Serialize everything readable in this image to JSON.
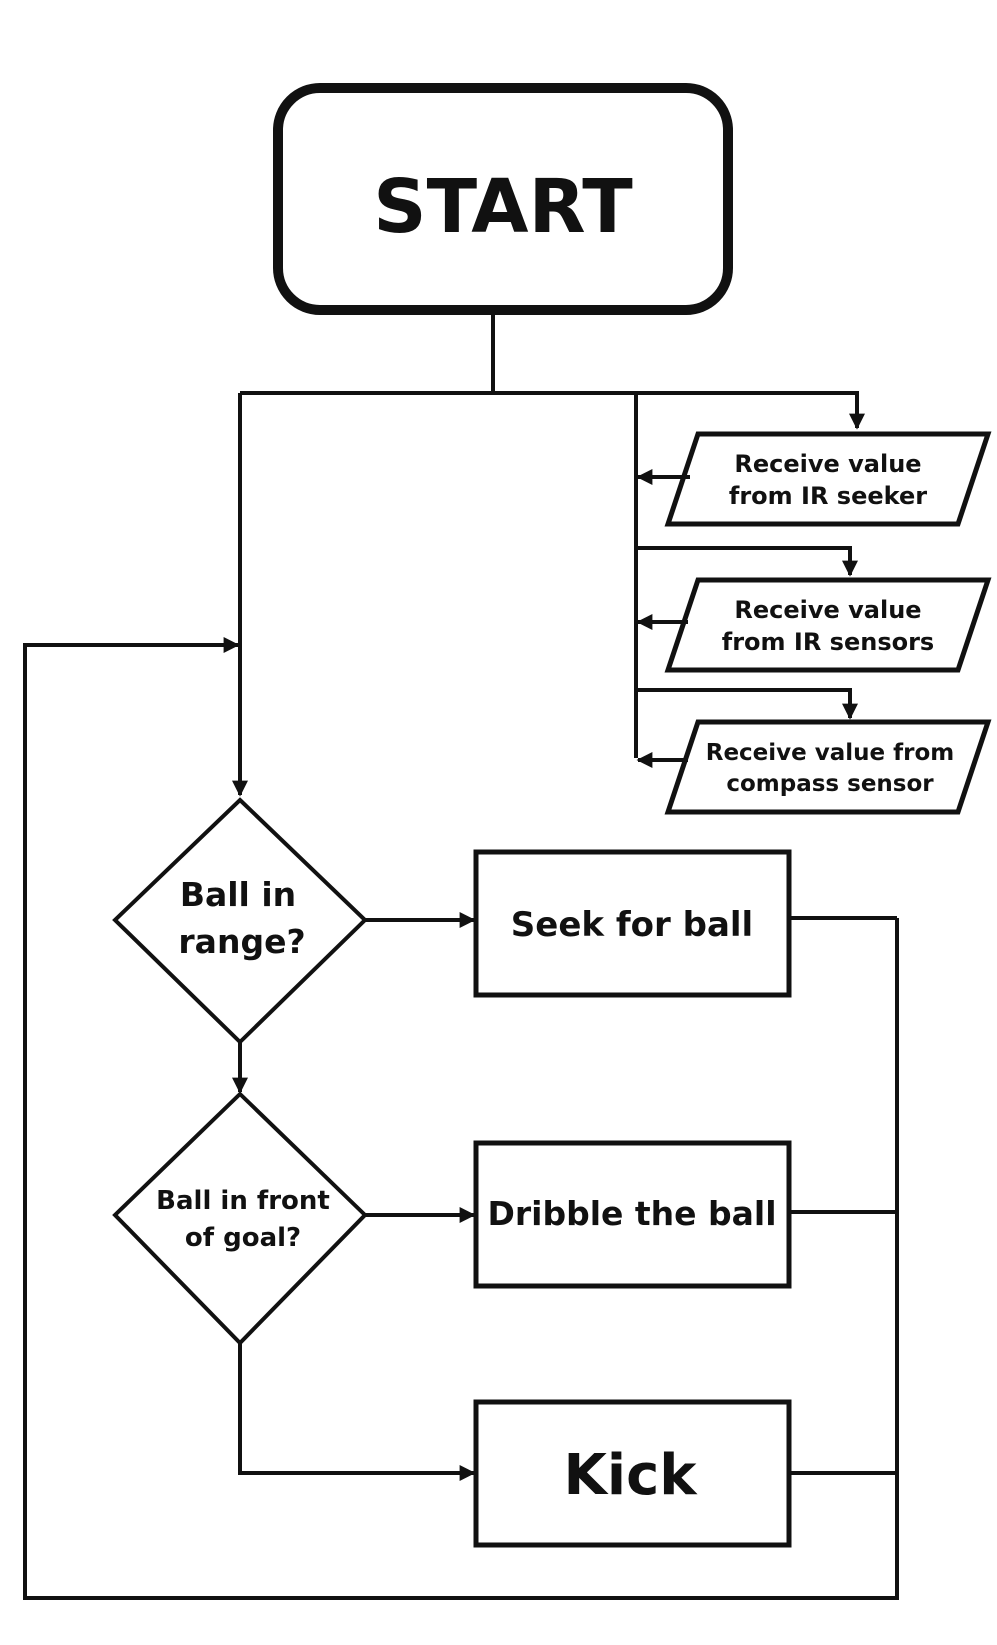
{
  "nodes": {
    "start": {
      "label": "START"
    },
    "input_ir_seeker": {
      "line1": "Receive value",
      "line2": "from IR seeker"
    },
    "input_ir_sensors": {
      "line1": "Receive value",
      "line2": "from IR sensors"
    },
    "input_compass": {
      "line1": "Receive value from",
      "line2": "compass sensor"
    },
    "decision_range": {
      "line1": "Ball in",
      "line2": "range?"
    },
    "decision_goal": {
      "line1": "Ball in front",
      "line2": "of goal?"
    },
    "process_seek": {
      "label": "Seek for ball"
    },
    "process_dribble": {
      "label": "Dribble the ball"
    },
    "process_kick": {
      "label": "Kick"
    }
  },
  "colors": {
    "stroke": "#111111",
    "background": "#ffffff"
  }
}
